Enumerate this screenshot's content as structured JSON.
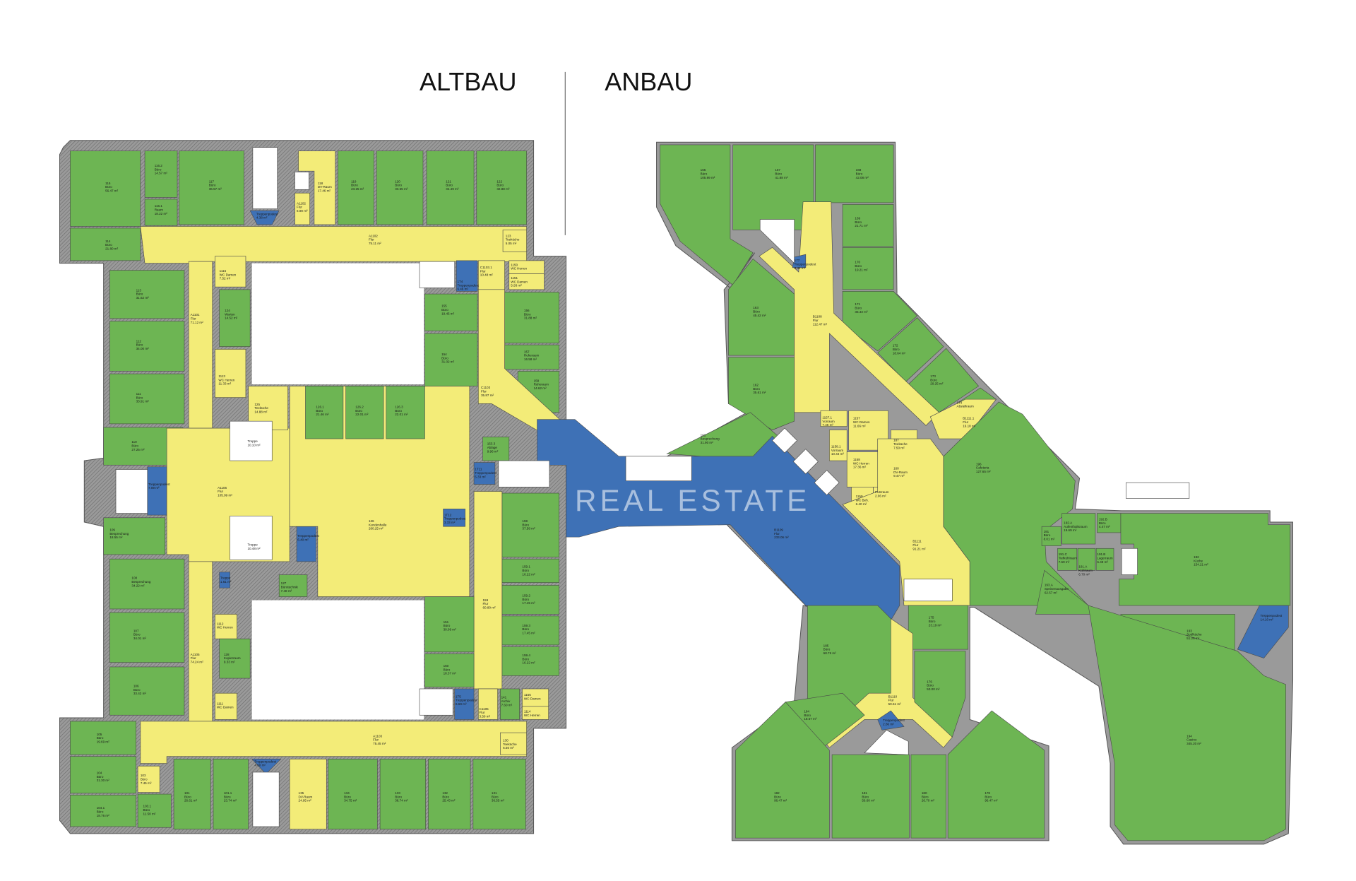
{
  "header": {
    "left_title": "ALTBAU",
    "right_title": "ANBAU"
  },
  "watermark": {
    "text": "REAL ESTATE"
  },
  "colors": {
    "office": "#6db553",
    "circulation": "#f3ec78",
    "stair_landing": "#3e71b6",
    "wall": "#8c8c8c",
    "outline": "#4a4a4a"
  },
  "rooms": [
    {
      "id": "115",
      "name": "Büro",
      "area": "56.47 m²"
    },
    {
      "id": "114",
      "name": "Büro",
      "area": "21.80 m²"
    },
    {
      "id": "116.2",
      "name": "Büro",
      "area": "14.57 m²"
    },
    {
      "id": "116.1",
      "name": "Raum",
      "area": "18.22 m²"
    },
    {
      "id": "117",
      "name": "Büro",
      "area": "36.57 m²"
    },
    {
      "id": "",
      "name": "Treppenpodest",
      "area": "4.38 m²"
    },
    {
      "id": "A1102",
      "name": "Flur",
      "area": "6.90 m²"
    },
    {
      "id": "118",
      "name": "DV-Raum",
      "area": "17.46 m²"
    },
    {
      "id": "119",
      "name": "Büro",
      "area": "23.25 m²"
    },
    {
      "id": "120",
      "name": "Büro",
      "area": "33.55 m²"
    },
    {
      "id": "121",
      "name": "Büro",
      "area": "34.49 m²"
    },
    {
      "id": "122",
      "name": "Büro",
      "area": "32.88 m²"
    },
    {
      "id": "A1102",
      "name": "Flur",
      "area": "75.11 m²"
    },
    {
      "id": "123",
      "name": "Teeküche",
      "area": "5.05 m²"
    },
    {
      "id": "A1101",
      "name": "Flur",
      "area": "71.12 m²"
    },
    {
      "id": "1116",
      "name": "WC Damen",
      "area": "7.52 m²"
    },
    {
      "id": "124",
      "name": "Warten",
      "area": "14.52 m²"
    },
    {
      "id": "1113",
      "name": "WC Herren",
      "area": "11.33 m²"
    },
    {
      "id": "113",
      "name": "Büro",
      "area": "31.62 m²"
    },
    {
      "id": "112",
      "name": "Büro",
      "area": "34.00 m²"
    },
    {
      "id": "111",
      "name": "Büro",
      "area": "33.91 m²"
    },
    {
      "id": "110",
      "name": "Büro",
      "area": "27.25 m²"
    },
    {
      "id": "",
      "name": "Treppenpodest",
      "area": "7.09 m²"
    },
    {
      "id": "109",
      "name": "Besprechung",
      "area": "18.55 m²"
    },
    {
      "id": "108",
      "name": "Besprechung",
      "area": "34.22 m²"
    },
    {
      "id": "107",
      "name": "Büro",
      "area": "34.01 m²"
    },
    {
      "id": "106",
      "name": "Büro",
      "area": "33.42 m²"
    },
    {
      "id": "A1106",
      "name": "Flur",
      "area": "105.99 m²"
    },
    {
      "id": "125",
      "name": "Teeküche",
      "area": "14.88 m²"
    },
    {
      "id": "",
      "name": "Treppe",
      "area": "10.10 m²"
    },
    {
      "id": "",
      "name": "Treppe",
      "area": "10.48 m²"
    },
    {
      "id": "127",
      "name": "Bürotechnik",
      "area": "7.48 m²"
    },
    {
      "id": "",
      "name": "Treppenpodest",
      "area": "6.40 m²"
    },
    {
      "id": "126",
      "name": "Kundenhalle",
      "area": "260.25 m²"
    },
    {
      "id": "126.1",
      "name": "Büro",
      "area": "21.46 m²"
    },
    {
      "id": "126.2",
      "name": "Büro",
      "area": "22.01 m²"
    },
    {
      "id": "126.3",
      "name": "Büro",
      "area": "22.01 m²"
    },
    {
      "id": "A1105",
      "name": "Flur",
      "area": "74.24 m²"
    },
    {
      "id": "1112",
      "name": "WC Herren",
      "area": ""
    },
    {
      "id": "128",
      "name": "Kopierraum",
      "area": "9.33 m²"
    },
    {
      "id": "1111",
      "name": "WC Damen",
      "area": ""
    },
    {
      "id": "105",
      "name": "Büro",
      "area": "19.69 m²"
    },
    {
      "id": "104",
      "name": "Büro",
      "area": "31.30 m²"
    },
    {
      "id": "104.1",
      "name": "Büro",
      "area": "18.76 m²"
    },
    {
      "id": "103",
      "name": "Büro",
      "area": "7.45 m²"
    },
    {
      "id": "103.1",
      "name": "Büro",
      "area": "11.50 m²"
    },
    {
      "id": "101",
      "name": "Büro",
      "area": "26.61 m²"
    },
    {
      "id": "101.1",
      "name": "Büro",
      "area": "23.74 m²"
    },
    {
      "id": "",
      "name": "Treppenpodest",
      "area": "4.60 m²"
    },
    {
      "id": "135",
      "name": "DV-Raum",
      "area": "24.95 m²"
    },
    {
      "id": "134",
      "name": "Büro",
      "area": "34.75 m²"
    },
    {
      "id": "133",
      "name": "Büro",
      "area": "38.74 m²"
    },
    {
      "id": "132",
      "name": "Büro",
      "area": "25.43 m²"
    },
    {
      "id": "131",
      "name": "Büro",
      "area": "36.55 m²"
    },
    {
      "id": "A1103",
      "name": "Flur",
      "area": "75.45 m²"
    },
    {
      "id": "130",
      "name": "Teeküche",
      "area": "6.50 m²"
    },
    {
      "id": "155",
      "name": "Büro",
      "area": "19.45 m²"
    },
    {
      "id": "154",
      "name": "Büro",
      "area": "31.02 m²"
    },
    {
      "id": "C1103.1",
      "name": "Flur",
      "area": "10.48 m²"
    },
    {
      "id": "1T4",
      "name": "Treppenpodest",
      "area": "6.46 m²"
    },
    {
      "id": "1150",
      "name": "WC Herren",
      "area": ""
    },
    {
      "id": "1151",
      "name": "WC Damen",
      "area": "5.93 m²"
    },
    {
      "id": "156",
      "name": "Büro",
      "area": "31.88 m²"
    },
    {
      "id": "157",
      "name": "Ruheraum",
      "area": "16.58 m²"
    },
    {
      "id": "158",
      "name": "Ruheraum",
      "area": "14.62 m²"
    },
    {
      "id": "C1103",
      "name": "Flur",
      "area": "35.87 m²"
    },
    {
      "id": "153.3",
      "name": "Ablage",
      "area": "9.96 m²"
    },
    {
      "id": "1T11",
      "name": "Treppenpodest",
      "area": "5.33 m²"
    },
    {
      "id": "159",
      "name": "Büro",
      "area": "37.58 m²"
    },
    {
      "id": "159.1",
      "name": "Büro",
      "area": "16.22 m²"
    },
    {
      "id": "159.2",
      "name": "Büro",
      "area": "17.45 m²"
    },
    {
      "id": "159.3",
      "name": "Büro",
      "area": "17.45 m²"
    },
    {
      "id": "159.4",
      "name": "Büro",
      "area": "16.22 m²"
    },
    {
      "id": "159",
      "name": "Flur",
      "area": "60.80 m²"
    },
    {
      "id": "1T12",
      "name": "Treppenpodest",
      "area": "3.33 m²"
    },
    {
      "id": "151",
      "name": "Büro",
      "area": "30.09 m²"
    },
    {
      "id": "150",
      "name": "Büro",
      "area": "18.37 m²"
    },
    {
      "id": "1T5",
      "name": "Treppenpodest",
      "area": "6.69 m²"
    },
    {
      "id": "C1105",
      "name": "Flur",
      "area": "3.50 m²"
    },
    {
      "id": "141",
      "name": "Archiv",
      "area": "7.60 m²"
    },
    {
      "id": "1155",
      "name": "WC Damen",
      "area": ""
    },
    {
      "id": "1114",
      "name": "WC Herren",
      "area": ""
    },
    {
      "id": "165",
      "name": "Büro",
      "area": "105.99 m²"
    },
    {
      "id": "167",
      "name": "Büro",
      "area": "41.88 m²"
    },
    {
      "id": "168",
      "name": "Büro",
      "area": "42.08 m²"
    },
    {
      "id": "169",
      "name": "Büro",
      "area": "21.71 m²"
    },
    {
      "id": "170",
      "name": "Büro",
      "area": "19.21 m²"
    },
    {
      "id": "171",
      "name": "Büro",
      "area": "35.43 m²"
    },
    {
      "id": "163",
      "name": "Büro",
      "area": "45.42 m²"
    },
    {
      "id": "162",
      "name": "Büro",
      "area": "35.61 m²"
    },
    {
      "id": "172",
      "name": "Büro",
      "area": "18.64 m²"
    },
    {
      "id": "173",
      "name": "Büro",
      "area": "29.25 m²"
    },
    {
      "id": "174",
      "name": "Abstellraum",
      "area": ""
    },
    {
      "id": "B1108",
      "name": "Flur",
      "area": "112.47 m²"
    },
    {
      "id": "177",
      "name": "Treppenpodest",
      "area": "3.44 m²"
    },
    {
      "id": "161",
      "name": "Besprechung",
      "area": "31.90 m²"
    },
    {
      "id": "B1111.1",
      "name": "Flur",
      "area": "16.18 m²"
    },
    {
      "id": "1157.1",
      "name": "Vorraum",
      "area": "7.46 m²"
    },
    {
      "id": "1157",
      "name": "WC Damen",
      "area": "11.66 m²"
    },
    {
      "id": "1158.1",
      "name": "Vorraum",
      "area": "10.44 m²"
    },
    {
      "id": "1158",
      "name": "WC Herren",
      "area": "17.36 m²"
    },
    {
      "id": "187",
      "name": "Teeküche",
      "area": "7.50 m²"
    },
    {
      "id": "160",
      "name": "DV-Raum",
      "area": "9.47 m²"
    },
    {
      "id": "1159",
      "name": "WC Beh.",
      "area": "6.40 m²"
    },
    {
      "id": "",
      "name": "Putzraum",
      "area": "2.06 m²"
    },
    {
      "id": "B1111",
      "name": "Flur",
      "area": "91.21 m²"
    },
    {
      "id": "B1109",
      "name": "Flur",
      "area": "233.06 m²"
    },
    {
      "id": "196",
      "name": "Cafeteria",
      "area": "127.65 m²"
    },
    {
      "id": "191",
      "name": "Büro",
      "area": "8.01 m²"
    },
    {
      "id": "192.A",
      "name": "Aufenthaltsraum",
      "area": "19.69 m²"
    },
    {
      "id": "192.B",
      "name": "Büro",
      "area": "4.47 m²"
    },
    {
      "id": "191.C",
      "name": "Tiefkühlraum",
      "area": "7.69 m²"
    },
    {
      "id": "191.A",
      "name": "Kühlraum",
      "area": "6.70 m²"
    },
    {
      "id": "191.B",
      "name": "Lagerraum",
      "area": "6.49 m²"
    },
    {
      "id": "192",
      "name": "Küche",
      "area": "154.21 m²"
    },
    {
      "id": "193.A",
      "name": "Speisenausgabe",
      "area": "62.57 m²"
    },
    {
      "id": "193",
      "name": "Spülküche",
      "area": "51.26 m²"
    },
    {
      "id": "",
      "name": "Treppenpodest",
      "area": "14.10 m²"
    },
    {
      "id": "194",
      "name": "Casino",
      "area": "345.20 m²"
    },
    {
      "id": "175",
      "name": "Büro",
      "area": "23.19 m²"
    },
    {
      "id": "185",
      "name": "Büro",
      "area": "68.76 m²"
    },
    {
      "id": "B1110",
      "name": "Flur",
      "area": "50.61 m²"
    },
    {
      "id": "176",
      "name": "Büro",
      "area": "53.00 m²"
    },
    {
      "id": "184",
      "name": "Büro",
      "area": "18.57 m²"
    },
    {
      "id": "182",
      "name": "Büro",
      "area": "96.47 m²"
    },
    {
      "id": "181",
      "name": "Büro",
      "area": "56.60 m²"
    },
    {
      "id": "180",
      "name": "Büro",
      "area": "26.70 m²"
    },
    {
      "id": "178",
      "name": "Büro",
      "area": "96.47 m²"
    },
    {
      "id": "",
      "name": "Treppenpodest",
      "area": "2.86 m²"
    },
    {
      "id": "",
      "name": "Treppe",
      "area": "1.61 m²"
    }
  ]
}
